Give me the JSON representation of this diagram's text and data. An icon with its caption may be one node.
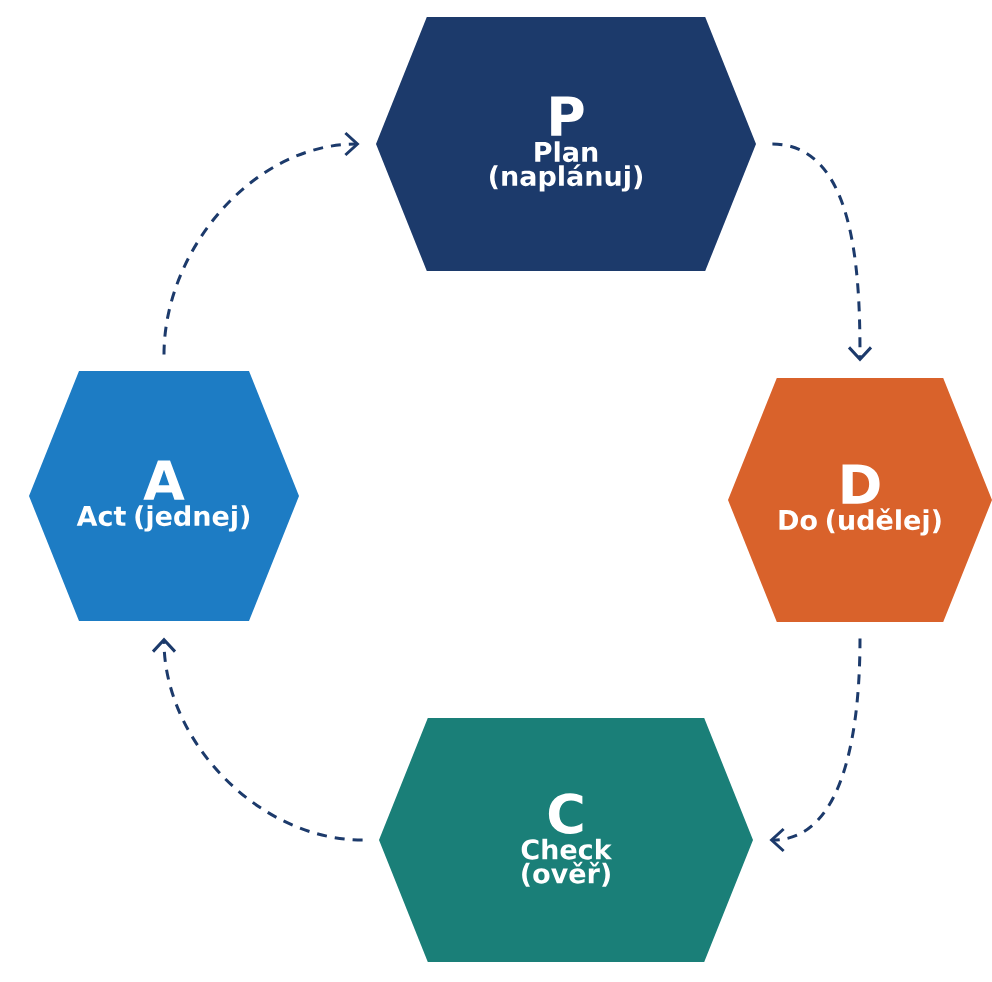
{
  "diagram": {
    "nodes": [
      {
        "text": [
          "P",
          "Plan (naplánuj)"
        ]
      },
      {
        "text": [
          "D",
          "Do (udělej)"
        ]
      },
      {
        "text": [
          "C",
          "Check (ověř)"
        ]
      },
      {
        "text": [
          "A",
          "Act (jednej)"
        ]
      }
    ],
    "edges": [
      {
        "from": 0,
        "to": 1,
        "arrow": "to",
        "style": "dashed"
      },
      {
        "from": 1,
        "to": 2,
        "arrow": "to",
        "style": "dashed"
      },
      {
        "from": 2,
        "to": 3,
        "arrow": "to",
        "style": "dashed"
      },
      {
        "from": 3,
        "to": 0,
        "arrow": "to",
        "style": "dashed"
      }
    ]
  }
}
